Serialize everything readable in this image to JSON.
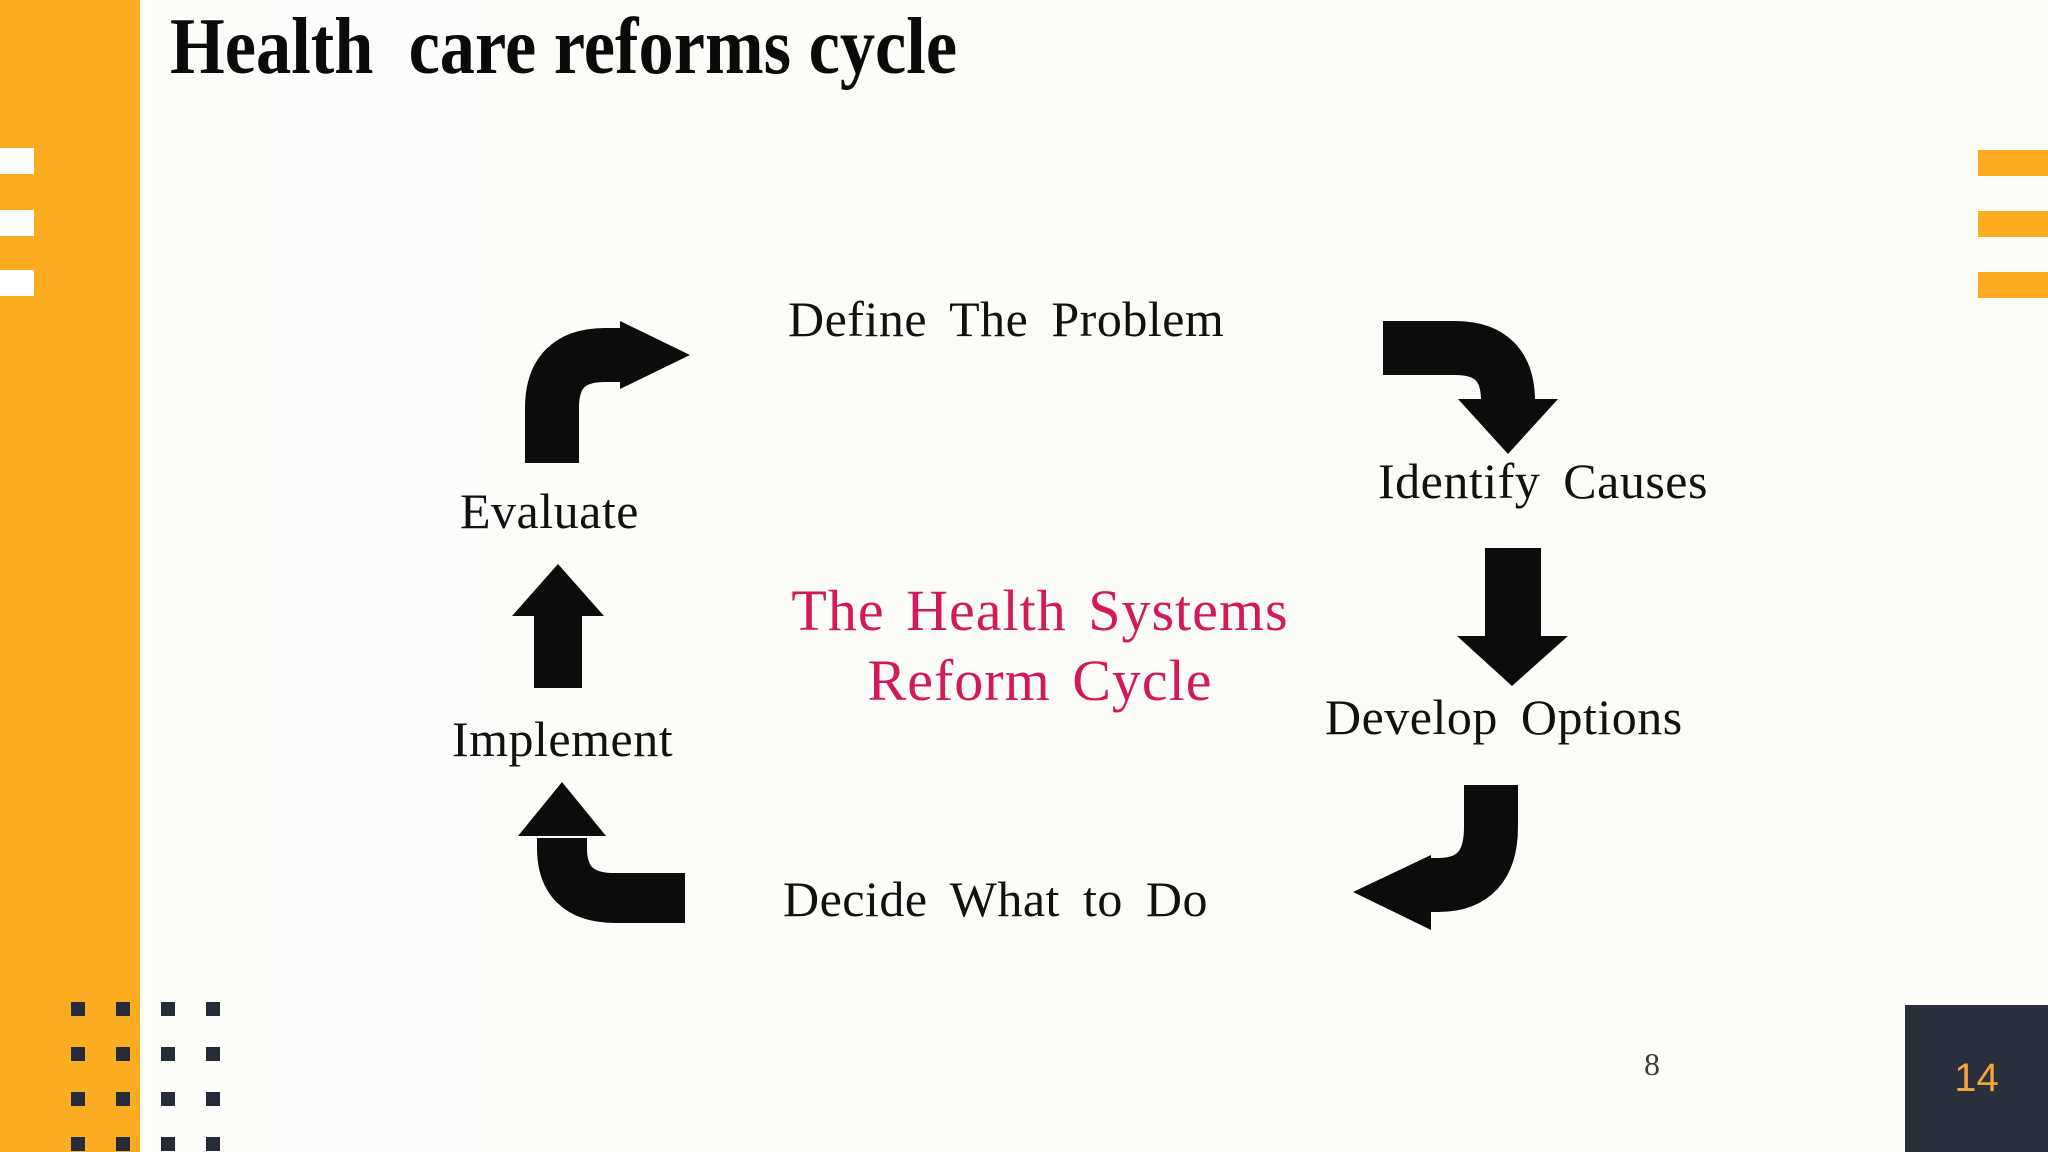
{
  "slide": {
    "title": "Health  care reforms cycle",
    "corner_page_number": "14",
    "inner_page_number": "8"
  },
  "diagram": {
    "center_title_line1": "The Health Systems",
    "center_title_line2": "Reform Cycle",
    "steps": {
      "define": "Define The Problem",
      "identify": "Identify Causes",
      "develop": "Develop Options",
      "decide": "Decide What to Do",
      "implement": "Implement",
      "evaluate": "Evaluate"
    },
    "flow_order": [
      "Define The Problem",
      "Identify Causes",
      "Develop Options",
      "Decide What to Do",
      "Implement",
      "Evaluate"
    ]
  },
  "colors": {
    "accent_orange": "#FBAC20",
    "badge_background": "#2A2F3D",
    "badge_text": "#F1A33C",
    "center_text_pink": "#D2195A",
    "arrow_black": "#0C0C0C",
    "dot_navy": "#262B39"
  }
}
